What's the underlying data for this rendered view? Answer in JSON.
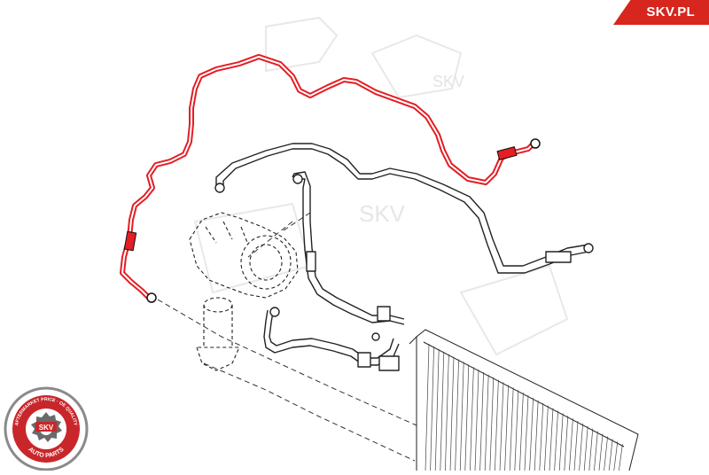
{
  "brand": {
    "site": "SKV.PL",
    "accent": "#d7261e"
  },
  "watermark": {
    "text": "SKV",
    "color": "#e6e6e6"
  },
  "badge": {
    "ring_top": "AFTERMARKET PRICE · OE QUALITY",
    "ring_bottom": "AUTO PARTS",
    "center": "SKV",
    "ring_color": "#c9262b",
    "border_color": "#8a8a8a"
  },
  "diagram": {
    "highlight_color": "#e31e24",
    "line_color": "#222222",
    "icons": [
      "compressor-icon",
      "receiver-drier-icon",
      "condenser-icon",
      "ac-hose-icon"
    ]
  }
}
